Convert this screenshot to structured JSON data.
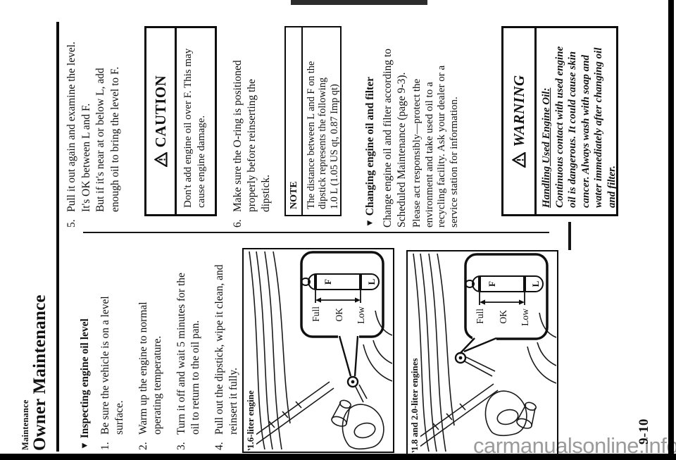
{
  "page": {
    "kicker": "Maintenance",
    "title": "Owner Maintenance",
    "page_number": "9-10",
    "watermark": "carmanualsonline.info"
  },
  "left": {
    "section_marker": "▼",
    "section_heading": "Inspecting engine oil level",
    "steps": [
      {
        "num": "1.",
        "lines": [
          "Be sure the vehicle is on a level",
          "surface."
        ]
      },
      {
        "num": "2.",
        "lines": [
          "Warm up the engine to normal",
          "operating temperature."
        ]
      },
      {
        "num": "3.",
        "lines": [
          "Turn it off and wait 5 minutes for the",
          "oil to return to the oil pan."
        ]
      },
      {
        "num": "4.",
        "lines": [
          "Pull out the dipstick, wipe it clean, and",
          "reinsert it fully."
        ]
      }
    ]
  },
  "figures": [
    {
      "label": "1.6-liter engine",
      "dipstick": {
        "f": "F",
        "l": "L",
        "full": "Full",
        "ok": "OK",
        "low": "Low"
      }
    },
    {
      "label": "1.8 and 2.0-liter engines",
      "dipstick": {
        "f": "F",
        "l": "L",
        "full": "Full",
        "ok": "OK",
        "low": "Low"
      }
    }
  ],
  "right": {
    "step5": {
      "num": "5.",
      "lines": [
        "Pull it out again and examine the level.",
        "It's OK between L and F.",
        "But if it's near at or below L, add",
        "enough oil to bring the level to F."
      ]
    },
    "caution": {
      "header": "CAUTION",
      "lines": [
        "Don't add engine oil over F. This may",
        "cause engine damage."
      ]
    },
    "step6": {
      "num": "6.",
      "lines": [
        "Make sure the O-ring is positioned",
        "properly before reinserting the",
        "dipstick."
      ]
    },
    "note": {
      "header": "NOTE",
      "lines": [
        "The distance between L and F on the",
        "dipstick represents the following",
        "1.0 L (1.05 US qt, 0.87 Imp qt)"
      ]
    },
    "changing_marker": "▼",
    "changing_heading": "Changing engine oil and filter",
    "para1_lines": [
      "Change engine oil and filter according to",
      "Scheduled Maintenance (page 9-3)."
    ],
    "para2_lines": [
      "Please act responsibly—protect the",
      "environment and take used oil to a",
      "recycling facility. Ask your dealer or a",
      "service station for information."
    ],
    "warning": {
      "header": "WARNING",
      "title_line": "Handling Used Engine Oil:",
      "lines": [
        "Continuous contact with used engine",
        "oil is dangerous. It could cause skin",
        "cancer. Always wash with soap and",
        "water immediately after changing oil",
        "and filter."
      ]
    }
  },
  "colors": {
    "ink": "#111111",
    "watermark_gray": "#9b9b9b",
    "paper": "#ffffff"
  }
}
